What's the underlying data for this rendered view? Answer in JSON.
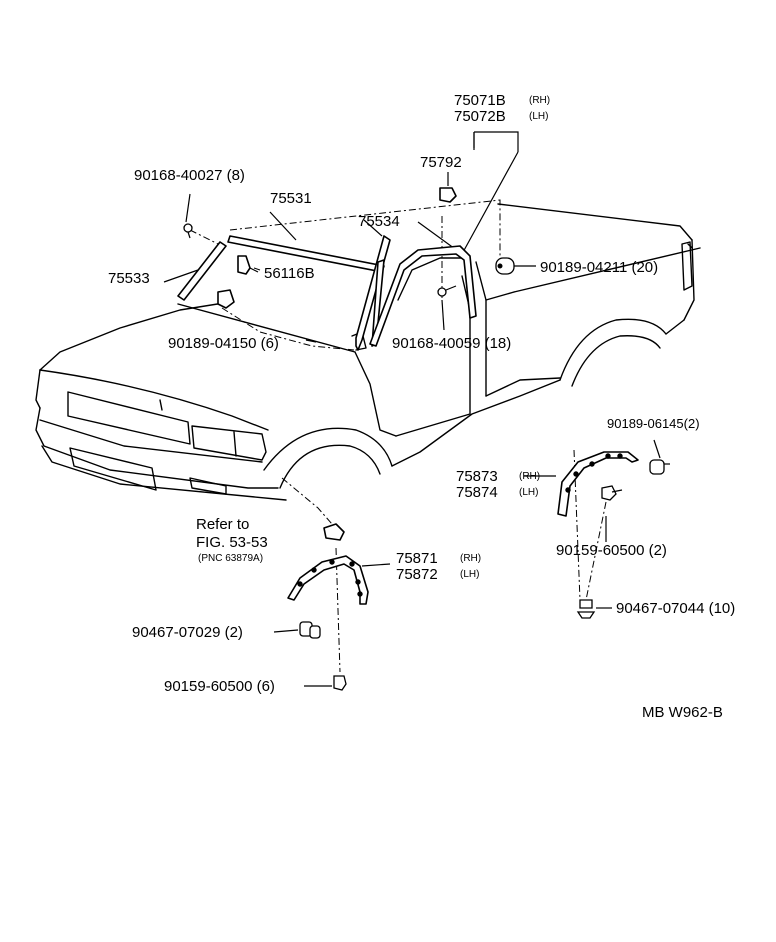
{
  "labels": {
    "p75071b": "75071B",
    "p75071b_side": "(RH)",
    "p75072b": "75072B",
    "p75072b_side": "(LH)",
    "p75792": "75792",
    "p90168_40027": "90168-40027 (8)",
    "p75531": "75531",
    "p75534": "75534",
    "p75533": "75533",
    "p56116b": "56116B",
    "p90189_04211": "90189-04211 (20)",
    "p90189_04150": "90189-04150 (6)",
    "p90168_40059": "90168-40059 (18)",
    "p90189_06145": "90189-06145(2)",
    "p75873": "75873",
    "p75873_side": "(RH)",
    "p75874": "75874",
    "p75874_side": "(LH)",
    "refer_line1": "Refer to",
    "refer_line2": "FIG. 53-53",
    "refer_line3": "(PNC 63879A)",
    "p75871": "75871",
    "p75871_side": "(RH)",
    "p75872": "75872",
    "p75872_side": "(LH)",
    "p90159_60500_2": "90159-60500 (2)",
    "p90467_07029": "90467-07029 (2)",
    "p90467_07044": "90467-07044 (10)",
    "p90159_60500_6": "90159-60500 (6)",
    "diagram_code": "MB  W962-B"
  }
}
